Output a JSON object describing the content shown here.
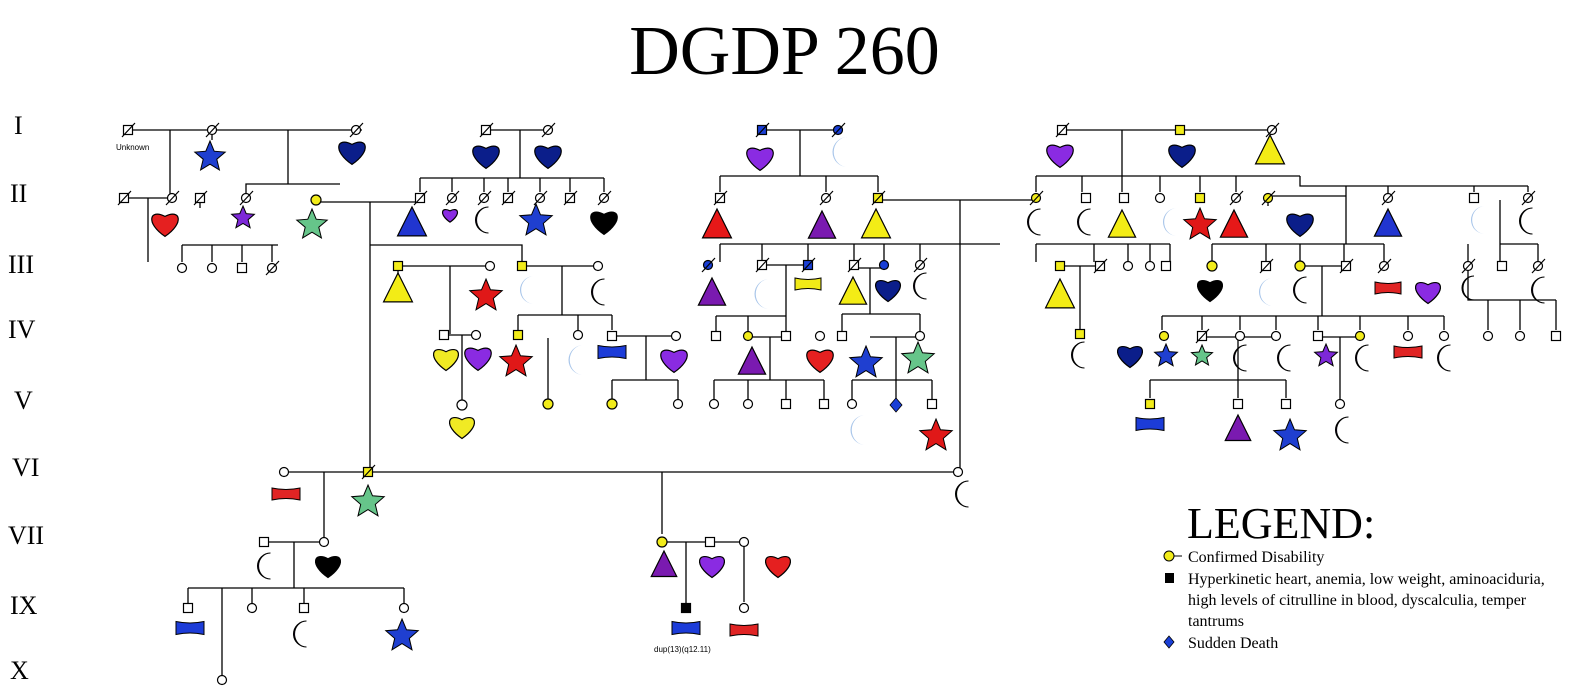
{
  "title": "DGDP 260",
  "generations": [
    "I",
    "II",
    "III",
    "IV",
    "V",
    "VI",
    "VII",
    "IX",
    "X"
  ],
  "legend": {
    "title": "LEGEND:",
    "items": [
      {
        "symbol": "yellow-circle",
        "label": "Confirmed Disability"
      },
      {
        "symbol": "black-square",
        "label": "Hyperkinetic heart, anemia, low weight, aminoaciduria, high levels of citrulline in blood, dyscalculia, temper tantrums"
      },
      {
        "symbol": "blue-diamond",
        "label": "Sudden Death"
      }
    ]
  },
  "notes": {
    "unknown": "Unknown",
    "karyotype": "dup(13)(q12.11)"
  },
  "colors": {
    "confirmed_disability": "#f2ec1a",
    "hyperkinetic_heart": "#000000",
    "sudden_death": "#1a3fd6",
    "heart_red": "#e52020",
    "heart_purple": "#8a2be2",
    "heart_navy": "#0b1e8a",
    "heart_yellow": "#f0ea24",
    "star_blue": "#1f3fd0",
    "star_green": "#66c58a",
    "star_red": "#e01818",
    "star_purple": "#7d28d8",
    "triangle_yellow": "#f3ec16",
    "triangle_red": "#e61818",
    "triangle_blue": "#2135d0",
    "triangle_purple": "#7a1ab0",
    "moon_purple": "#8125c2",
    "moon_light": "#a9c6ea",
    "moon_green": "#0f7a1c",
    "moon_red": "#d81c1c",
    "pill_blue": "#1c3cd8",
    "pill_red": "#e02424",
    "pill_yellow": "#f1ea17"
  }
}
